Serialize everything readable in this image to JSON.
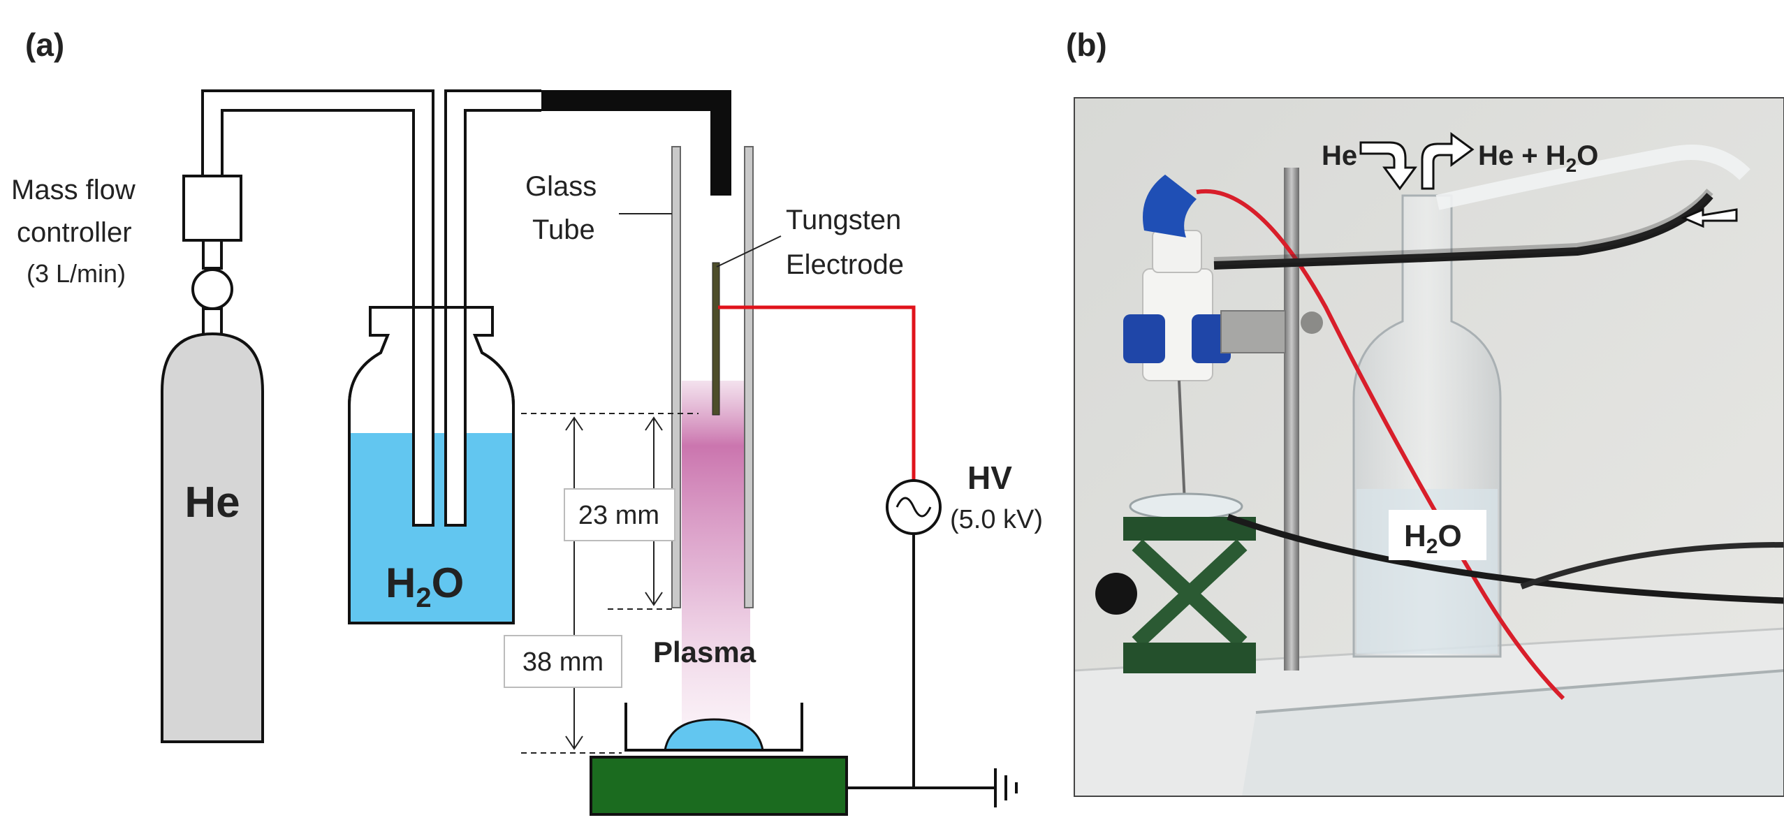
{
  "panel_a": {
    "label": "(a)",
    "mfc_line1": "Mass flow",
    "mfc_line2": "controller",
    "flow_rate": "(3 L/min)",
    "cylinder_label": "He",
    "bottle_label_main": "H",
    "bottle_label_sub": "2",
    "bottle_label_end": "O",
    "glass_tube_line1": "Glass",
    "glass_tube_line2": "Tube",
    "electrode_line1": "Tungsten",
    "electrode_line2": "Electrode",
    "hv_label": "HV",
    "hv_value": "(5.0 kV)",
    "dim_short": "23 mm",
    "dim_long": "38 mm",
    "plasma_label": "Plasma"
  },
  "panel_b": {
    "label": "(b)",
    "inflow_label": "He",
    "outflow_prefix": "He + H",
    "outflow_sub": "2",
    "outflow_end": "O",
    "water_main": "H",
    "water_sub": "2",
    "water_end": "O"
  },
  "colors": {
    "water": "#62c6f0",
    "cylinder": "#d6d6d6",
    "hv_wire": "#e0131b",
    "stage": "#1b6b1f",
    "plasma": "#c877ae",
    "photo_wall": "#dfe0dc"
  }
}
